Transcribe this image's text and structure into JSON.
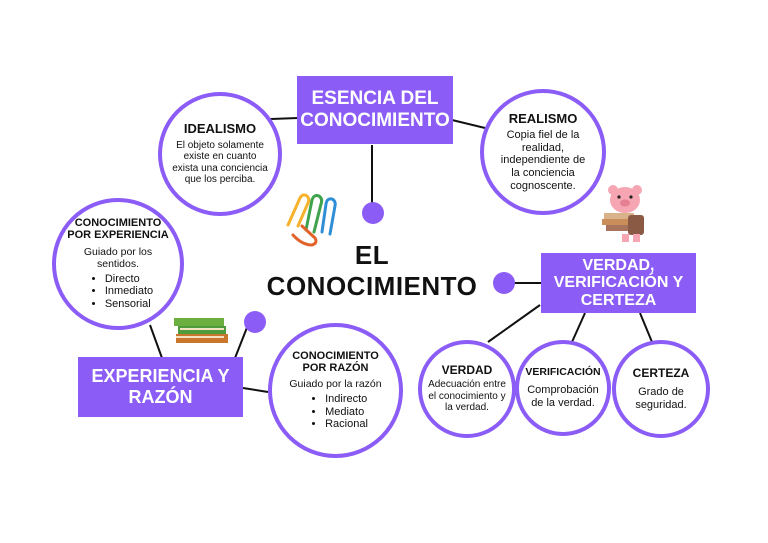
{
  "title": {
    "line1": "EL",
    "line2": "CONOCIMIENTO"
  },
  "colors": {
    "accent": "#8b5cf6",
    "text": "#111111"
  },
  "esencia": {
    "line1": "ESENCIA DEL",
    "line2": "CONOCIMIENTO"
  },
  "idealismo": {
    "title": "IDEALISMO",
    "body": "El objeto solamente existe en cuanto exista una conciencia que los perciba."
  },
  "realismo": {
    "title": "REALISMO",
    "body": "Copia fiel de la realidad, independiente de la conciencia cognoscente."
  },
  "conocimiento_experiencia": {
    "title": "CONOCIMIENTO POR EXPERIENCIA",
    "body": "Guiado por los sentidos.",
    "items": [
      "Directo",
      "Inmediato",
      "Sensorial"
    ]
  },
  "experiencia_razon": {
    "line1": "EXPERIENCIA Y",
    "line2": "RAZÓN"
  },
  "conocimiento_razon": {
    "title": "CONOCIMIENTO POR RAZÓN",
    "body": "Guiado por la razón",
    "items": [
      "Indirecto",
      "Mediato",
      "Racional"
    ]
  },
  "verdad_box": {
    "line1": "VERDAD,",
    "line2": "VERIFICACIÓN Y",
    "line3": "CERTEZA"
  },
  "verdad": {
    "title": "VERDAD",
    "body": "Adecuación entre el conocimiento y la verdad."
  },
  "verificacion": {
    "title": "VERIFICACIÓN",
    "body": "Comprobación de la verdad."
  },
  "certeza": {
    "title": "CERTEZA",
    "body": "Grado de seguridad."
  },
  "icons": [
    "paperclips-icon",
    "books-icon",
    "pig-with-books-icon"
  ]
}
